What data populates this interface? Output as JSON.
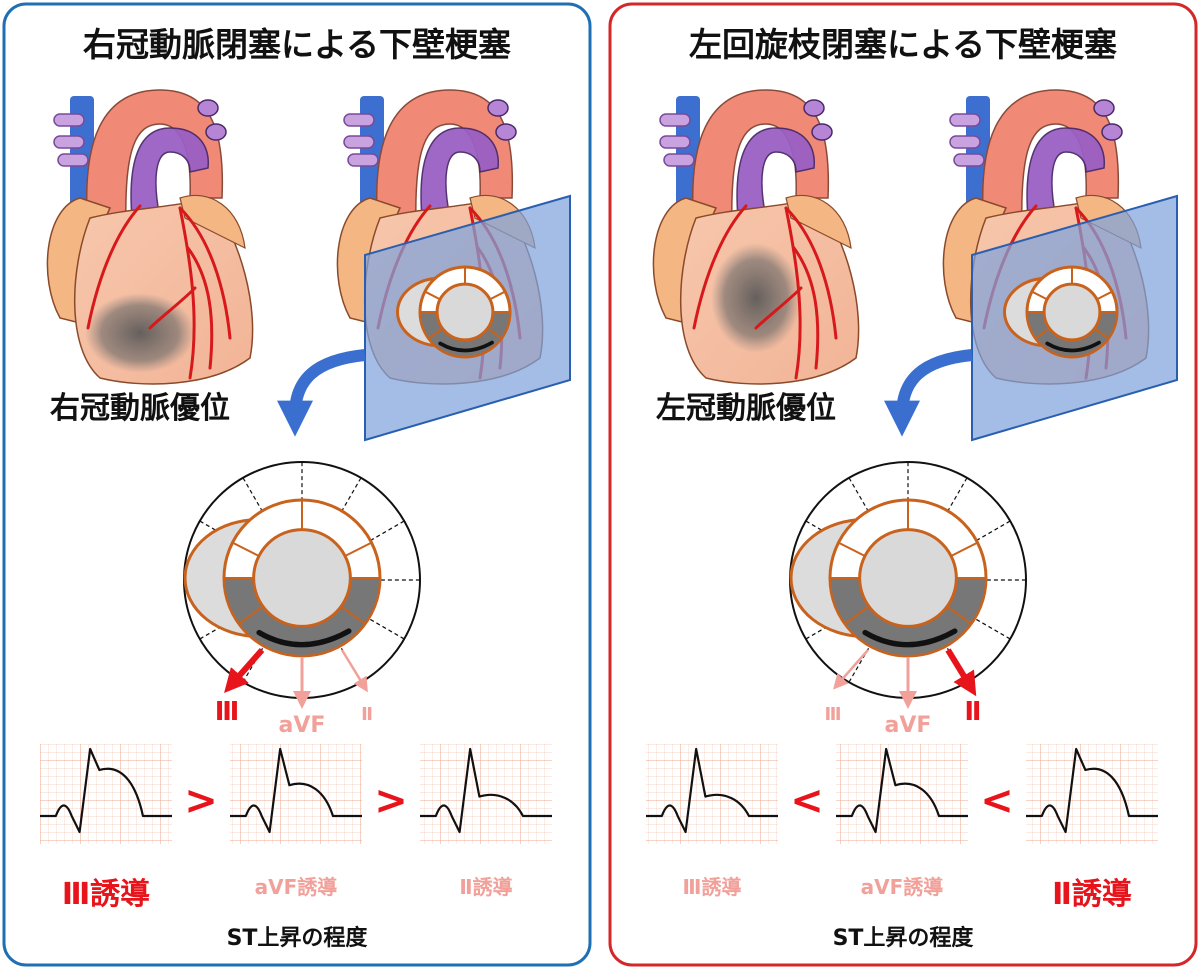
{
  "panels": [
    {
      "id": "rca",
      "frame_color": "#1f6fb5",
      "title": "右冠動脈閉塞による下壁梗塞",
      "dominance": "右冠動脈優位",
      "strong_side": "left",
      "arrow_labels": {
        "left": "Ⅲ",
        "middle": "aVF",
        "right": "Ⅱ"
      },
      "comparators": [
        ">",
        ">"
      ],
      "ecg_labels": [
        "Ⅲ誘導",
        "aVF誘導",
        "Ⅱ誘導"
      ],
      "ecg_st_strength": [
        1.0,
        0.6,
        0.3
      ],
      "caption": "ST上昇の程度"
    },
    {
      "id": "lcx",
      "frame_color": "#d62728",
      "title": "左回旋枝閉塞による下壁梗塞",
      "dominance": "左冠動脈優位",
      "strong_side": "right",
      "arrow_labels": {
        "left": "Ⅲ",
        "middle": "aVF",
        "right": "Ⅱ"
      },
      "comparators": [
        "<",
        "<"
      ],
      "ecg_labels": [
        "Ⅲ誘導",
        "aVF誘導",
        "Ⅱ誘導"
      ],
      "ecg_st_strength": [
        0.3,
        0.6,
        1.0
      ],
      "caption": "ST上昇の程度"
    }
  ],
  "colors": {
    "strong": "#e8141b",
    "weak": "#f2a09a",
    "plane": "#7fa3dc",
    "myocardium": "#c8621c",
    "infarct": "#777777",
    "artery": "#d7191c",
    "aorta": "#f08a77",
    "pulmonary": "#9a5fc4",
    "vena_cava": "#3d6fd0",
    "curved_arrow": "#3a6fd0"
  }
}
